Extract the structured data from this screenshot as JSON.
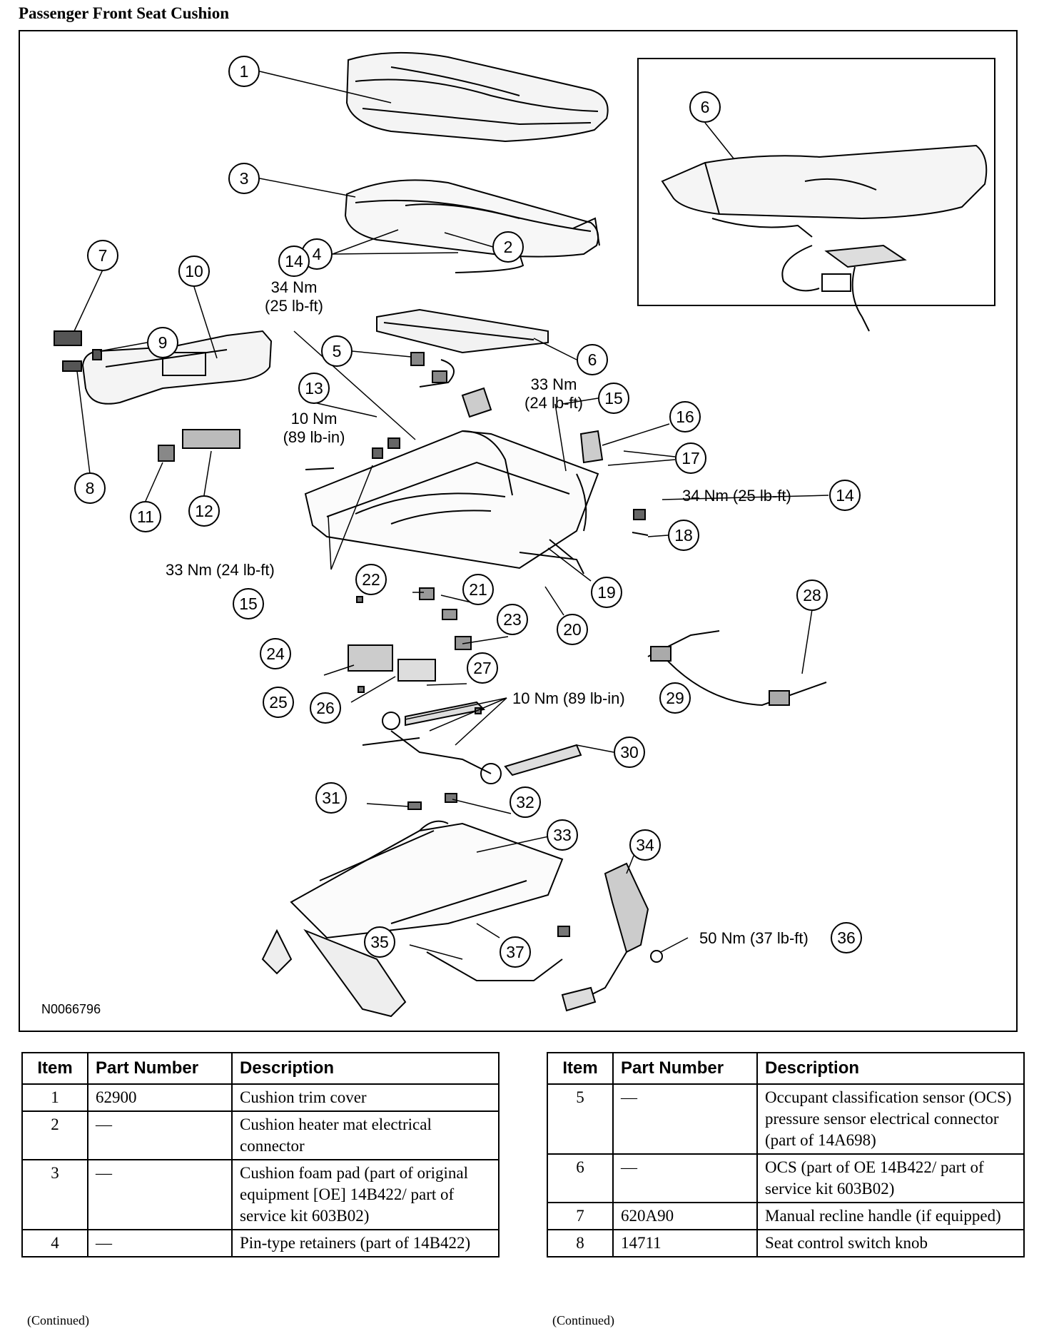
{
  "page_title": "Passenger Front Seat Cushion",
  "figure_id": "N0066796",
  "callouts": [
    {
      "n": "1"
    },
    {
      "n": "2"
    },
    {
      "n": "3"
    },
    {
      "n": "4"
    },
    {
      "n": "5"
    },
    {
      "n": "6"
    },
    {
      "n": "6"
    },
    {
      "n": "7"
    },
    {
      "n": "8"
    },
    {
      "n": "9"
    },
    {
      "n": "10"
    },
    {
      "n": "11"
    },
    {
      "n": "12"
    },
    {
      "n": "13"
    },
    {
      "n": "14"
    },
    {
      "n": "14"
    },
    {
      "n": "15"
    },
    {
      "n": "15"
    },
    {
      "n": "16"
    },
    {
      "n": "17"
    },
    {
      "n": "18"
    },
    {
      "n": "19"
    },
    {
      "n": "20"
    },
    {
      "n": "21"
    },
    {
      "n": "22"
    },
    {
      "n": "23"
    },
    {
      "n": "24"
    },
    {
      "n": "25"
    },
    {
      "n": "26"
    },
    {
      "n": "27"
    },
    {
      "n": "28"
    },
    {
      "n": "29"
    },
    {
      "n": "30"
    },
    {
      "n": "31"
    },
    {
      "n": "32"
    },
    {
      "n": "33"
    },
    {
      "n": "34"
    },
    {
      "n": "35"
    },
    {
      "n": "36"
    },
    {
      "n": "37"
    }
  ],
  "torque_labels": {
    "t14_nm": "34 Nm",
    "t14_lbft": "(25 lb-ft)",
    "t13_nm": "10 Nm",
    "t13_lbin": "(89 lb-in)",
    "t15_nm": "33 Nm",
    "t15_lbft": "(24 lb-ft)",
    "t14b": "34 Nm (25 lb-ft)",
    "t15b": "33 Nm (24 lb-ft)",
    "t29": "10 Nm (89 lb-in)",
    "t36": "50 Nm (37 lb-ft)"
  },
  "table_headers": {
    "item": "Item",
    "part_number": "Part Number",
    "description": "Description"
  },
  "table_left": [
    {
      "item": "1",
      "part": "62900",
      "desc": "Cushion trim cover"
    },
    {
      "item": "2",
      "part": "—",
      "desc": "Cushion heater mat electrical connector"
    },
    {
      "item": "3",
      "part": "—",
      "desc": "Cushion foam pad (part of original equipment [OE] 14B422/ part of service kit 603B02)"
    },
    {
      "item": "4",
      "part": "—",
      "desc": "Pin-type retainers (part of 14B422)"
    }
  ],
  "table_right": [
    {
      "item": "5",
      "part": "—",
      "desc": "Occupant classification sensor (OCS) pressure sensor electrical connector (part of 14A698)"
    },
    {
      "item": "6",
      "part": "—",
      "desc": "OCS (part of OE 14B422/ part of service kit 603B02)"
    },
    {
      "item": "7",
      "part": "620A90",
      "desc": "Manual recline handle (if equipped)"
    },
    {
      "item": "8",
      "part": "14711",
      "desc": "Seat control switch knob"
    }
  ],
  "continued_text": "(Continued)"
}
